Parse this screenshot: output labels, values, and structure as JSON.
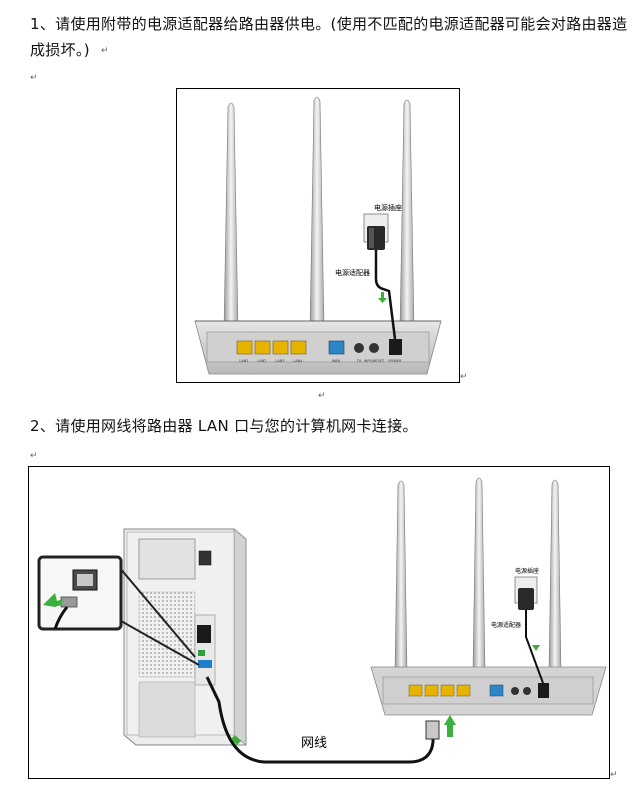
{
  "step1": {
    "line1": "1、请使用附带的电源适配器给路由器供电。(使用不匹配的电源适配器可能会对路由器造",
    "line2": "成损坏。)",
    "socket_label": "电源插座",
    "adapter_label": "电源适配器",
    "ports": [
      "LAN1",
      "LAN2",
      "LAN3",
      "LAN4",
      "WAN",
      "TX",
      "WPS/RESET",
      "POWER"
    ]
  },
  "step2": {
    "text": "2、请使用网线将路由器 LAN 口与您的计算机网卡连接。",
    "socket_label": "电源插座",
    "adapter_label": "电源适配器",
    "cable_label": "网线"
  },
  "para_mark": "↵"
}
